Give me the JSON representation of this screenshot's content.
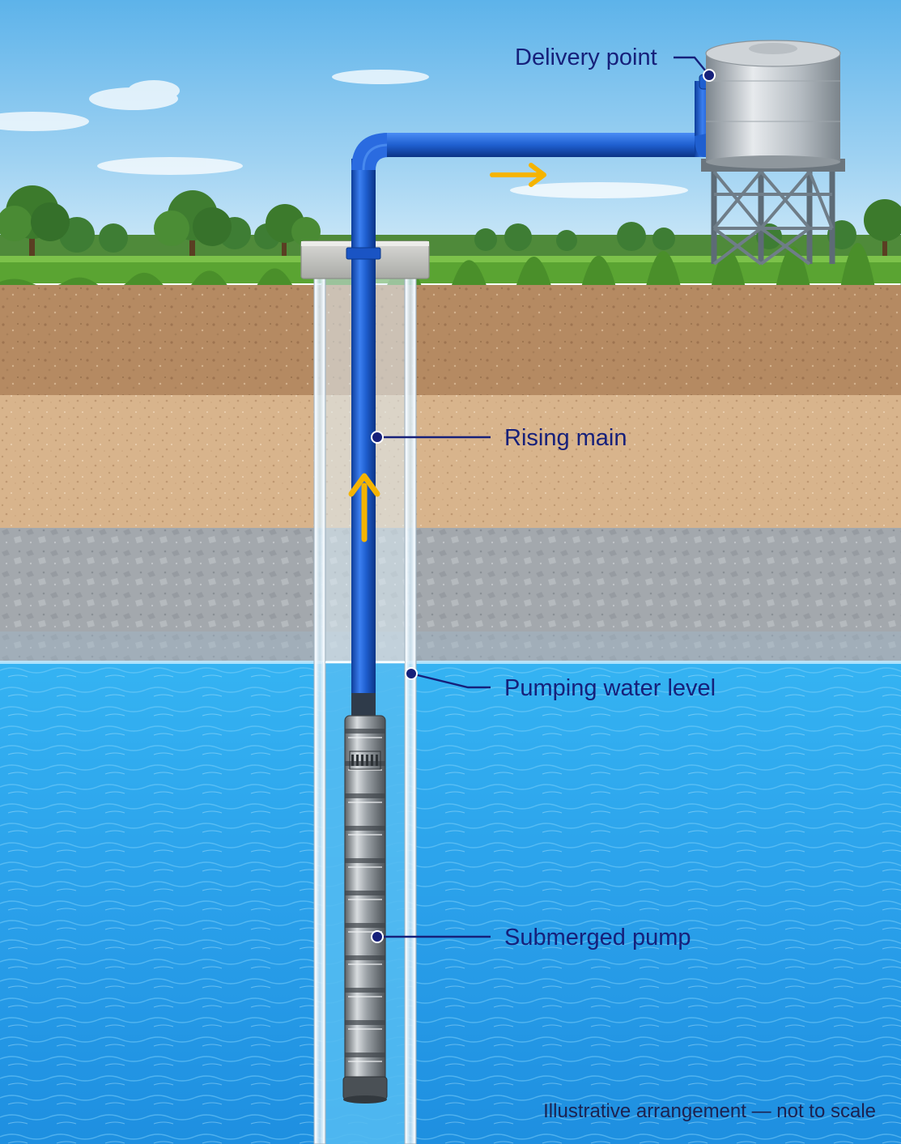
{
  "diagram": {
    "labels": {
      "delivery_point": "Delivery point",
      "rising_main": "Rising main",
      "pumping_water_level": "Pumping water level",
      "submerged_pump": "Submerged pump"
    },
    "footnote": "Illustrative arrangement — not to scale",
    "flow_arrows": [
      "up",
      "right"
    ],
    "colors": {
      "pipe": "#1f5fd0",
      "flow_arrow": "#f5b400",
      "label": "#16207a",
      "water": "#2aa4ea",
      "sky": "#bfe3f7",
      "grass": "#5aa432",
      "topsoil": "#b58a62",
      "sand": "#d8b48c",
      "rock": "#a3a8ad"
    }
  }
}
